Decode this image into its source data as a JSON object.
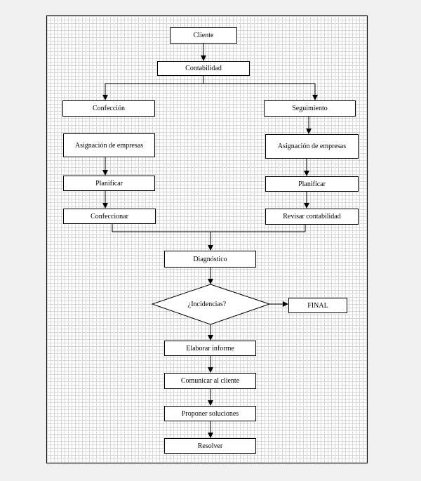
{
  "flowchart": {
    "nodes": {
      "cliente": "Cliente",
      "contabilidad": "Contabilidad",
      "confeccion": "Confección",
      "seguimiento": "Seguimiento",
      "asignacion_left": "Asignación de empresas",
      "asignacion_right": "Asignación de empresas",
      "planificar_left": "Planificar",
      "planificar_right": "Planificar",
      "confeccionar": "Confeccionar",
      "revisar": "Revisar contabilidad",
      "diagnostico": "Diagnóstico",
      "incidencias": "¿Incidencias?",
      "final": "FINAL",
      "elaborar": "Elaborar informe",
      "comunicar": "Comunicar al cliente",
      "proponer": "Proponer soluciones",
      "resolver": "Resolver"
    }
  }
}
